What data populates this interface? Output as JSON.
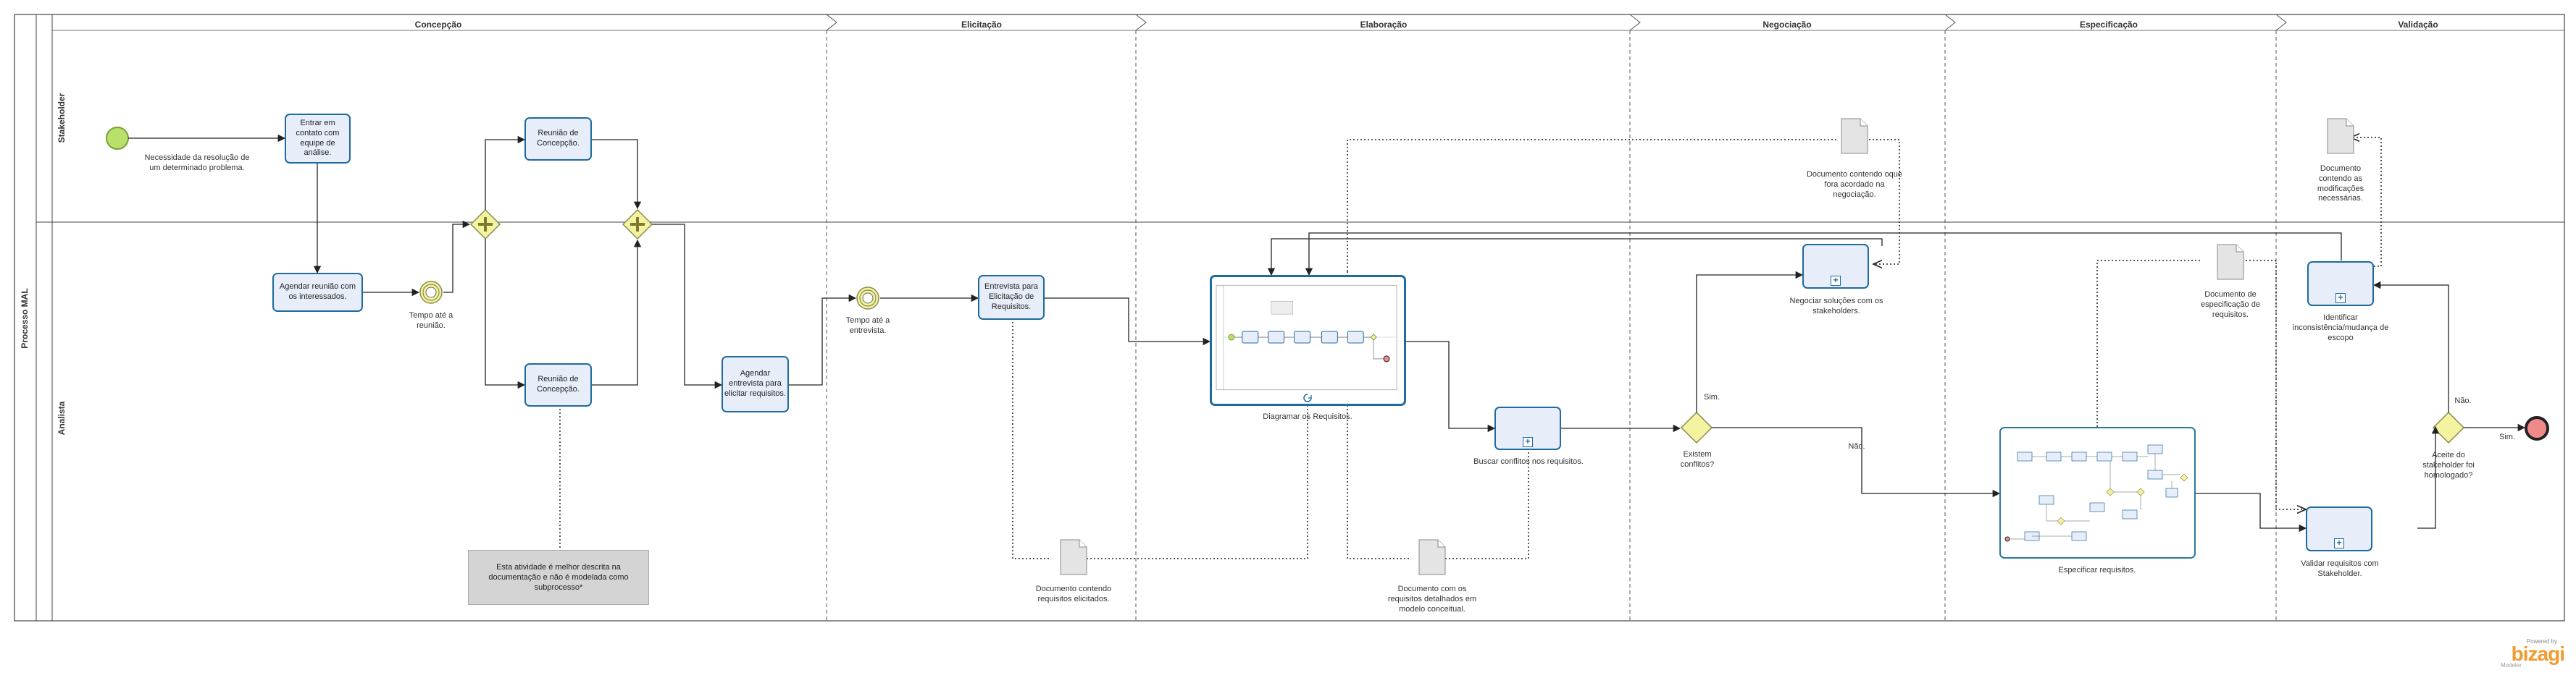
{
  "process": {
    "name": "Processo MAL",
    "lanes": [
      "Stakeholder",
      "Analista"
    ],
    "phases": [
      "Concepção",
      "Elicitação",
      "Elaboração",
      "Negociação",
      "Especificação",
      "Validação"
    ]
  },
  "tasks": {
    "entrar_contato": "Entrar em contato com equipe de análise.",
    "agendar_reuniao": "Agendar reunião com os interessados.",
    "reuniao_1": "Reunião de Concepção.",
    "reuniao_2": "Reunião de Concepção.",
    "agendar_entrevista": "Agendar entrevista para elicitar requisitos.",
    "entrevista": "Entrevista para Elicitação de Requisitos."
  },
  "subprocesses": {
    "diagramar": "Diagramar os Requisitos.",
    "buscar": "Buscar conflitos nos requisitos.",
    "negociar": "Negociar soluções com os stakeholders.",
    "especificar": "Especificar requisitos.",
    "validar": "Validar requisitos com Stakeholder.",
    "identificar": "Identificar inconsistência/mudança de escopo"
  },
  "events": {
    "start": "Necessidade da resolução de um determinado problema.",
    "timer_1": "Tempo até a reunião.",
    "timer_2": "Tempo até a entrevista."
  },
  "gateways": {
    "conflitos": "Existem conflitos?",
    "aceite": "Aceite do stakeholder foi homologado?"
  },
  "flow_labels": {
    "sim_1": "Sim.",
    "nao_1": "Não.",
    "nao_2": "Não.",
    "sim_2": "Sim."
  },
  "artifacts": {
    "doc_elicitados": "Documento contendo requisitos elicitados.",
    "doc_modelo": "Documento com os requisitos detalhados em modelo conceitual.",
    "doc_negociacao": "Documento contendo oque fora acordado na negociação.",
    "doc_especificacao": "Documento de especificação de requisitos.",
    "doc_modificacoes": "Documento contendo as modificações necessárias."
  },
  "annotation": "Esta atividade é melhor descrita na documentação e não é modelada como subprocesso*",
  "branding": {
    "powered": "Powered by",
    "logo": "bizagi",
    "sub": "Modeler"
  },
  "colors": {
    "task_border": "#1f6a9e",
    "task_fill": "#e8eef9",
    "start": "#b8e06a",
    "end": "#f08a8a",
    "gateway": "#f3f3a0",
    "logo": "#f29a2e"
  }
}
